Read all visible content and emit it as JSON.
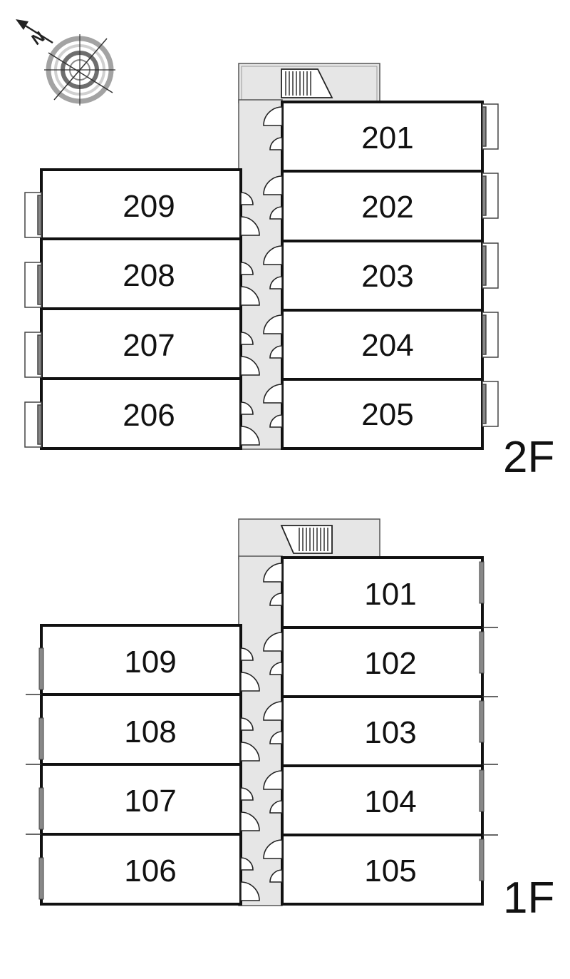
{
  "compass": {
    "north_letter": "N",
    "icon": "compass-rose-icon"
  },
  "colors": {
    "wall": "#111111",
    "corridor": "#e6e6e6",
    "balcony": "#777777",
    "compass_ring": "#9a9a9a"
  },
  "floors": [
    {
      "id": "2F",
      "label": "2F",
      "right_rooms": [
        "201",
        "202",
        "203",
        "204",
        "205"
      ],
      "left_rooms": [
        "209",
        "208",
        "207",
        "206"
      ],
      "balcony": "railing"
    },
    {
      "id": "1F",
      "label": "1F",
      "right_rooms": [
        "101",
        "102",
        "103",
        "104",
        "105"
      ],
      "left_rooms": [
        "109",
        "108",
        "107",
        "106"
      ],
      "balcony": "fence"
    }
  ]
}
